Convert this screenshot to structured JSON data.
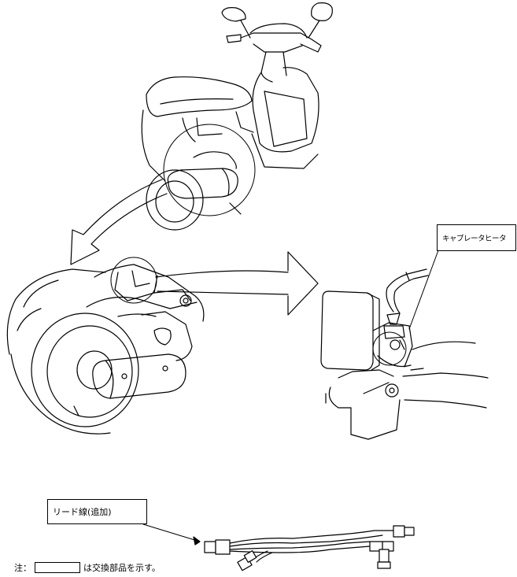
{
  "labels": {
    "carburetor_heater": "キャブレータヒータ",
    "lead_wire": "リード線(追加)"
  },
  "note": {
    "prefix": "注：",
    "suffix": "は交換部品を示す。"
  },
  "colors": {
    "line": "#000000",
    "background": "#ffffff"
  }
}
